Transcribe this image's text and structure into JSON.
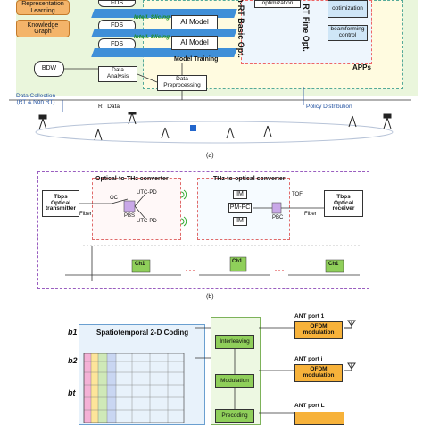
{
  "panel_a": {
    "representation_learning": "Representation\nLearning",
    "knowledge_graph": "Knowledge\nGraph",
    "fds": [
      "FDS",
      "FDS",
      "FDS"
    ],
    "intell_slicing": [
      "Intell. Slicing",
      "Intell. Slicing"
    ],
    "ai_model": [
      "AI Model",
      "AI Model"
    ],
    "model_training": "Model Training",
    "nrt_basic_opt": "n-RT Basic Opt.",
    "rt_fine_opt": "RT Fine Opt.",
    "optimization": "optimization",
    "beamforming": "beamforming\ncontrol",
    "apps": "APPs",
    "bdw": "BDW",
    "data_analysis": "Data\nAnalysis",
    "data_preprocessing": "Data\nPreprocessing",
    "data_collection": "Data Collection\n(RT & Non RT)",
    "rt_data": "RT Data",
    "policy_distribution": "Policy Distribution",
    "caption": "(a)"
  },
  "panel_b": {
    "tx": "Tbps\nOptical\ntransmitter",
    "rx": "Tbps\nOptical\nreceiver",
    "o2t": "Optical-to-THz converter",
    "t2o": "THz-to-optical converter",
    "fiber_left": "Fiber",
    "fiber_right": "Fiber",
    "oc": "OC",
    "pbs": "PBS",
    "utc_pd": "UTC-PD",
    "utc_pd2": "UTC-PD",
    "im1": "IM",
    "im2": "IM",
    "pm_pc": "PM-PC",
    "pbc": "PBC",
    "tof": "TOF",
    "ch1": [
      "Ch1",
      "Ch1",
      "Ch1"
    ],
    "caption": "(b)"
  },
  "panel_c": {
    "title": "Spatiotemporal 2-D Coding",
    "interleaving": "Interleaving",
    "modulation": "Modulation",
    "precoding": "Precoding",
    "ant_port_1": "ANT port 1",
    "ant_port_i": "ANT port i",
    "ant_port_l": "ANT port L",
    "ofdm": "OFDM\nmodulation",
    "inputs": [
      "b1",
      "b2",
      "bt"
    ]
  },
  "colors": {
    "orange": "#f4b46a",
    "green_bg": "#e8f6dc",
    "blue_bg": "#d8ecf8",
    "yellow_bg": "#fffbe0",
    "blue_slice": "#3f8fd8",
    "green_block": "#8fcf5a",
    "ofdm_orange": "#f7b23a"
  }
}
